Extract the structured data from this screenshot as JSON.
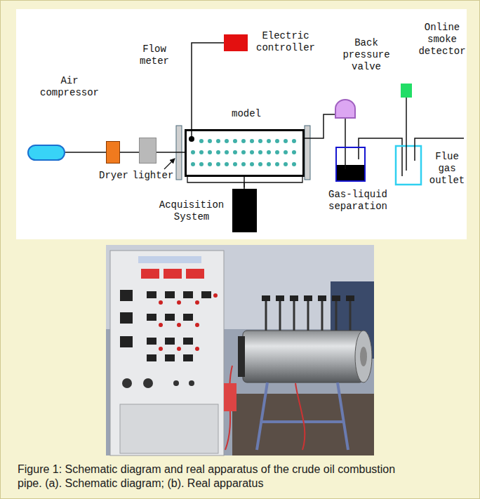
{
  "diagram": {
    "caption": "Figure 1: Schematic diagram and real apparatus of the crude oil combustion pipe. (a). Schematic diagram; (b). Real apparatus",
    "nodes": [
      {
        "text": [
          "Air compressor"
        ]
      },
      {
        "text": [
          "Dryer"
        ]
      },
      {
        "text": [
          "Flow meter"
        ]
      },
      {
        "text": [
          "Electric controller"
        ]
      },
      {
        "text": [
          "model"
        ]
      },
      {
        "text": [
          "Acquisition System"
        ]
      },
      {
        "text": [
          "Back pressure valve"
        ]
      },
      {
        "text": [
          "Gas-liquid separation"
        ]
      },
      {
        "text": [
          "Online smoke detector"
        ]
      }
    ],
    "edges": [
      {
        "from": 0,
        "to": 1,
        "arrow": "none"
      },
      {
        "from": 1,
        "to": 2,
        "arrow": "none"
      },
      {
        "from": 2,
        "to": 4,
        "arrow": "none"
      },
      {
        "from": 3,
        "to": 4,
        "arrow": "none"
      },
      {
        "from": 4,
        "to": 5,
        "arrow": "none"
      },
      {
        "from": 4,
        "to": 6,
        "arrow": "none"
      },
      {
        "from": 6,
        "to": 7,
        "arrow": "none"
      }
    ],
    "labels": [
      "lighter",
      "Flue gas outlet"
    ]
  }
}
